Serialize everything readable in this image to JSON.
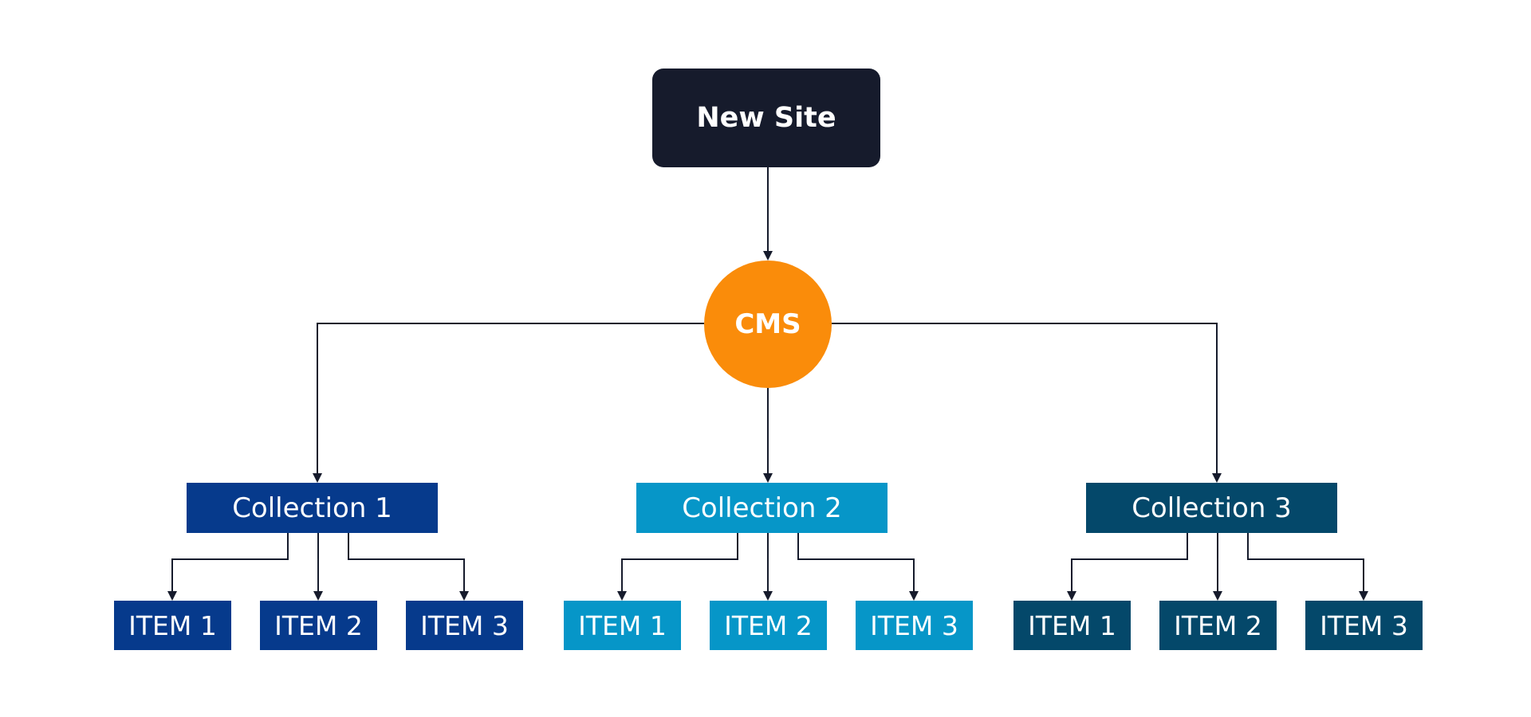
{
  "colors": {
    "root": "#161B2C",
    "hub": "#FA8C0A",
    "group1": "#063A8C",
    "group2": "#0696C8",
    "group3": "#04486A",
    "connector": "#161B2C"
  },
  "root": {
    "label": "New Site"
  },
  "hub": {
    "label": "CMS"
  },
  "collections": [
    {
      "label": "Collection 1",
      "items": [
        "ITEM 1",
        "ITEM 2",
        "ITEM 3"
      ]
    },
    {
      "label": "Collection 2",
      "items": [
        "ITEM 1",
        "ITEM 2",
        "ITEM 3"
      ]
    },
    {
      "label": "Collection 3",
      "items": [
        "ITEM 1",
        "ITEM 2",
        "ITEM 3"
      ]
    }
  ]
}
